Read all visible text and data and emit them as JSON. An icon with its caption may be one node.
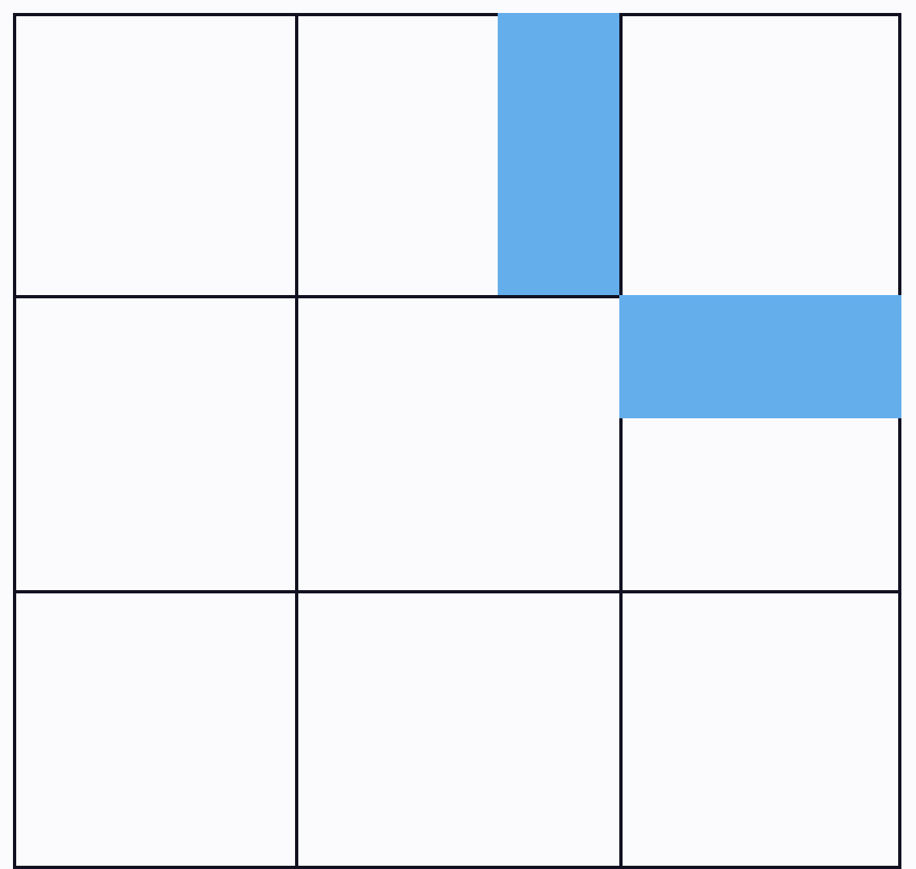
{
  "diagram": {
    "nodes": [
      {
        "text": [],
        "shape": "box"
      },
      {
        "text": [],
        "shape": "box"
      },
      {
        "text": [],
        "shape": "bar",
        "in": 1
      },
      {
        "text": [],
        "shape": "box"
      },
      {
        "text": [],
        "shape": "box"
      },
      {
        "text": [],
        "shape": "box"
      },
      {
        "text": [],
        "shape": "box"
      },
      {
        "text": [],
        "shape": "bar",
        "in": 6
      },
      {
        "text": [],
        "shape": "box"
      },
      {
        "text": [],
        "shape": "box"
      },
      {
        "text": [],
        "shape": "box"
      }
    ]
  }
}
